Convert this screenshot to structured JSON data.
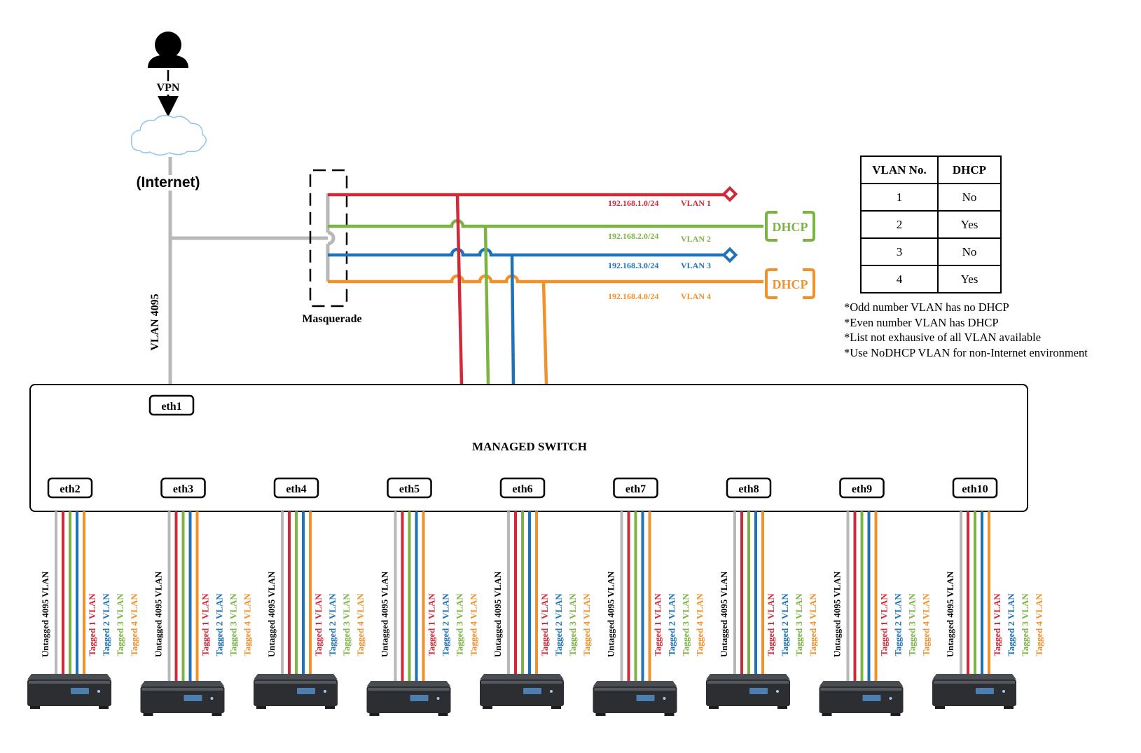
{
  "colors": {
    "vlan1": "#d0293a",
    "vlan2": "#7cb342",
    "vlan3": "#1e73b8",
    "vlan4": "#f0912a",
    "trunk": "#b8b8b8",
    "cloud": "#8fc5ec"
  },
  "icons": {
    "user": "user-icon",
    "cloud": "cloud-icon",
    "computer": "mini-pc-icon"
  },
  "user": {
    "vpn_label": "VPN"
  },
  "internet": {
    "label": "(Internet)"
  },
  "trunk_label": "VLAN 4095",
  "masquerade": {
    "label": "Masquerade"
  },
  "vlans": [
    {
      "subnet": "192.168.1.0/24",
      "name": "VLAN 1",
      "end": "none"
    },
    {
      "subnet": "192.168.2.0/24",
      "name": "VLAN 2",
      "end": "DHCP"
    },
    {
      "subnet": "192.168.3.0/24",
      "name": "VLAN 3",
      "end": "none"
    },
    {
      "subnet": "192.168.4.0/24",
      "name": "VLAN 4",
      "end": "DHCP"
    }
  ],
  "switch": {
    "title": "MANAGED SWITCH",
    "uplink_port": "eth1",
    "ports": [
      "eth2",
      "eth3",
      "eth4",
      "eth5",
      "eth6",
      "eth7",
      "eth8",
      "eth9",
      "eth10"
    ]
  },
  "port_labels": {
    "untagged": "Untagged 4095 VLAN",
    "tagged": [
      "Tagged 1 VLAN",
      "Tagged 2 VLAN",
      "Tagged 3 VLAN",
      "Tagged 4 VLAN"
    ]
  },
  "table": {
    "headers": [
      "VLAN No.",
      "DHCP"
    ],
    "rows": [
      [
        "1",
        "No"
      ],
      [
        "2",
        "Yes"
      ],
      [
        "3",
        "No"
      ],
      [
        "4",
        "Yes"
      ]
    ]
  },
  "notes": [
    "*Odd number VLAN has no DHCP",
    "*Even number VLAN has DHCP",
    "*List not exhausive of all VLAN available",
    "*Use NoDHCP VLAN for non-Internet environment"
  ]
}
